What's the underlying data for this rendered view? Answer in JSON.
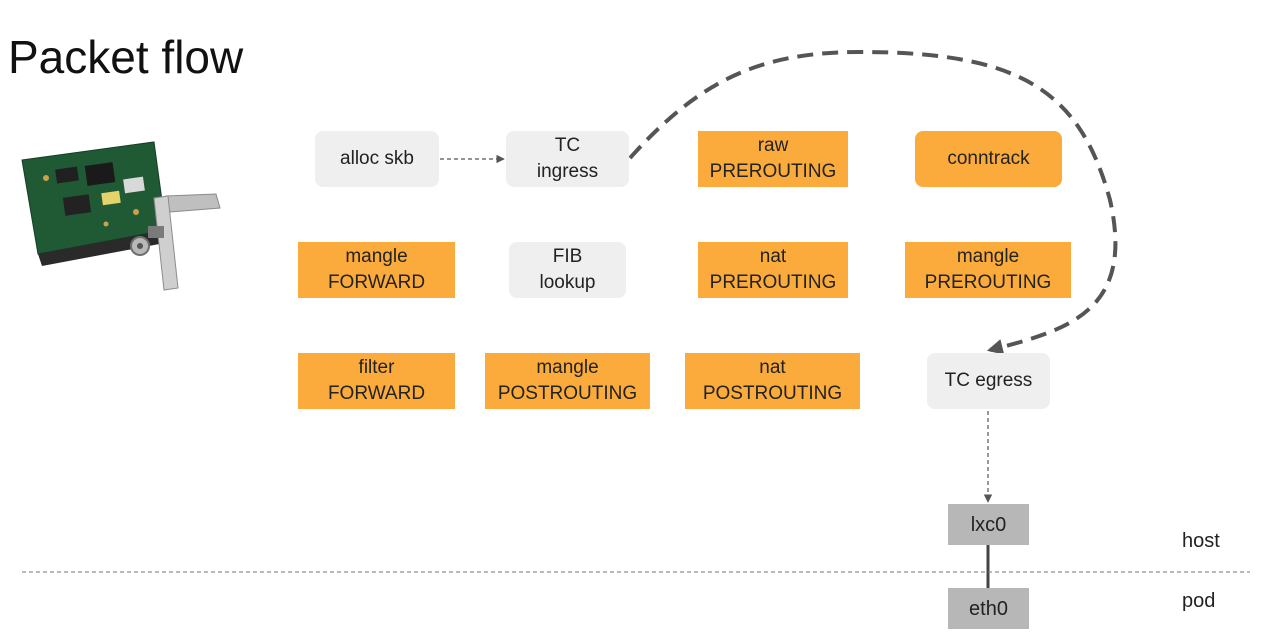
{
  "title": "Packet flow",
  "nodes": {
    "alloc_skb": [
      "alloc skb"
    ],
    "tc_ingress": [
      "TC",
      "ingress"
    ],
    "raw_prerouting": [
      "raw",
      "PREROUTING"
    ],
    "conntrack": [
      "conntrack"
    ],
    "mangle_forward": [
      "mangle",
      "FORWARD"
    ],
    "fib_lookup": [
      "FIB",
      "lookup"
    ],
    "nat_prerouting": [
      "nat",
      "PREROUTING"
    ],
    "mangle_prerouting": [
      "mangle",
      "PREROUTING"
    ],
    "filter_forward": [
      "filter",
      "FORWARD"
    ],
    "mangle_postrouting": [
      "mangle",
      "POSTROUTING"
    ],
    "nat_postrouting": [
      "nat",
      "POSTROUTING"
    ],
    "tc_egress": [
      "TC egress"
    ],
    "lxc0": [
      "lxc0"
    ],
    "eth0": [
      "eth0"
    ]
  },
  "labels": {
    "host": "host",
    "pod": "pod"
  },
  "colors": {
    "hook_box": "#fbab3c",
    "neutral_box": "#efefef",
    "interface_box": "#b7b7b7",
    "arrow": "#555555"
  }
}
